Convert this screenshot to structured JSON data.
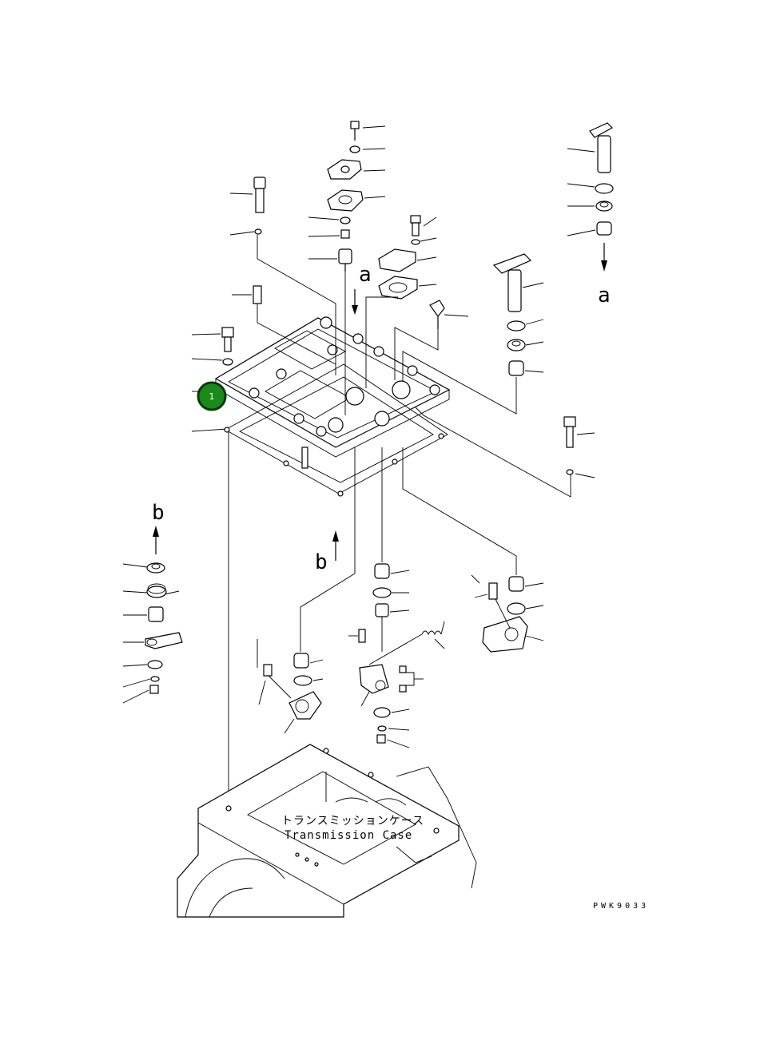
{
  "diagram": {
    "ref_a": "a",
    "ref_b": "b",
    "case_label_jp": "トランスミッションケース",
    "case_label_en": "Transmission Case",
    "drawing_code": "PWK9033",
    "callout_number": "1",
    "callout_color": "#1a8a1a"
  }
}
